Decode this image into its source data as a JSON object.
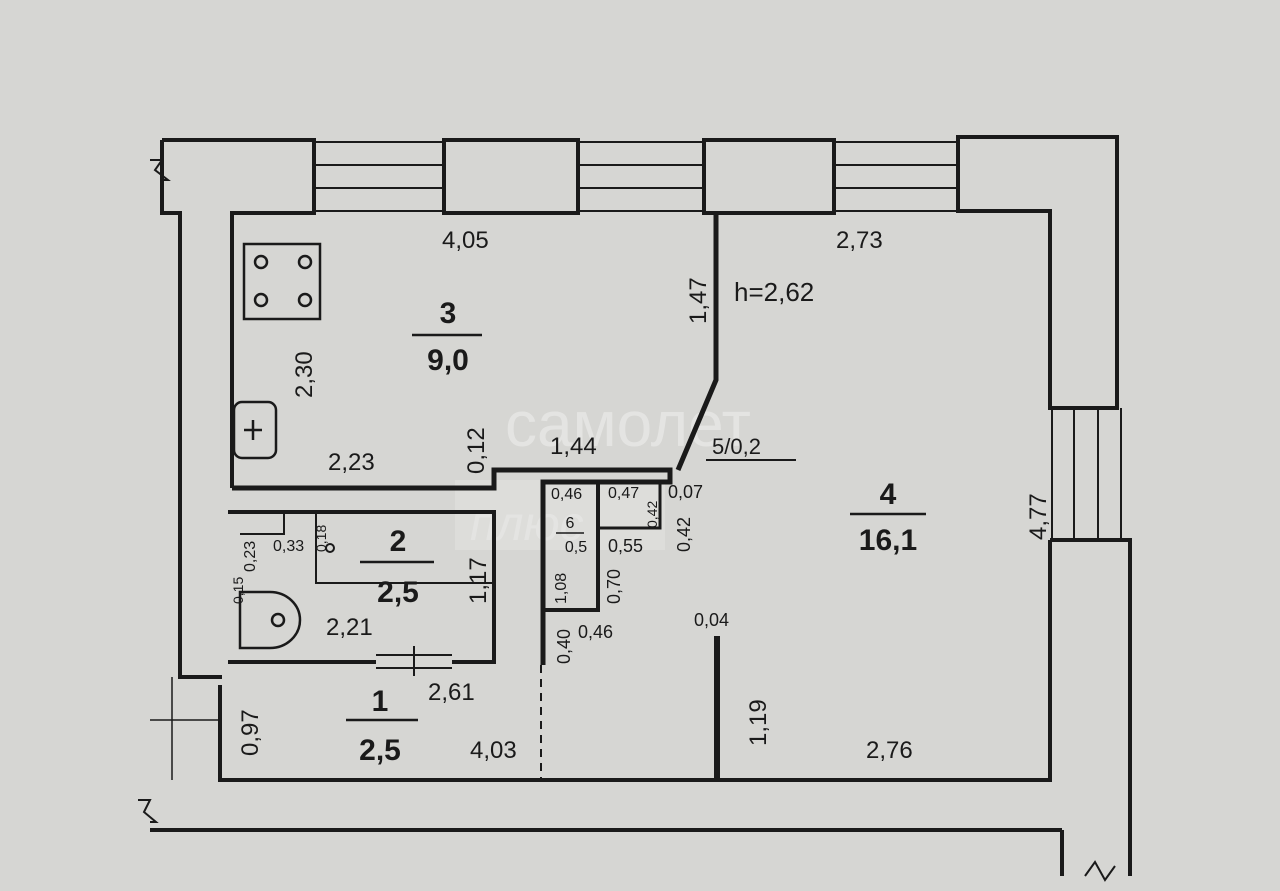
{
  "height_label": "h=2,62",
  "watermark": "самолет",
  "watermark_sub": "плюс",
  "rooms": [
    {
      "number": "1",
      "area": "2,5"
    },
    {
      "number": "2",
      "area": "2,5"
    },
    {
      "number": "3",
      "area": "9,0"
    },
    {
      "number": "4",
      "area": "16,1"
    },
    {
      "number": "6",
      "area": "0,5"
    }
  ],
  "room5_label": "5/0,2",
  "dims": {
    "k_width": "4,05",
    "r4_width_top": "2,73",
    "k_height": "2,30",
    "partition_len": "1,47",
    "k_bottom": "2,23",
    "k_wall_t": "0,12",
    "k_step": "1,44",
    "r4_height": "4,77",
    "bath_h": "1,17",
    "bath_w": "2,21",
    "bath_a": "0,23",
    "bath_b": "0,33",
    "bath_c": "0,18",
    "bath_d": "0,15",
    "hall_w": "2,61",
    "hall_bottom": "4,03",
    "hall_h": "0,97",
    "r4_bottom": "2,76",
    "r4_stub": "1,19",
    "stub_t": "0,04",
    "s_046a": "0,46",
    "s_047": "0,47",
    "s_007": "0,07",
    "s_042a": "0,42",
    "s_042b": "0,42",
    "s_055": "0,55",
    "s_070": "0,70",
    "s_108": "1,08",
    "s_040": "0,40",
    "s_046b": "0,46"
  },
  "colors": {
    "paper": "#d6d6d3",
    "wall": "#1a1a1a"
  }
}
